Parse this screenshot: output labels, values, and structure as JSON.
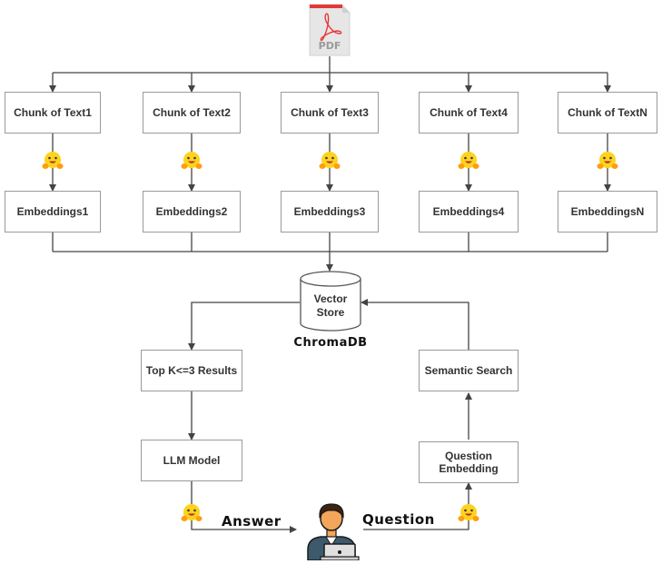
{
  "pdf": {
    "label": "PDF"
  },
  "chunks": [
    "Chunk of Text1",
    "Chunk of Text2",
    "Chunk of Text3",
    "Chunk of Text4",
    "Chunk of TextN"
  ],
  "embeddings": [
    "Embeddings1",
    "Embeddings2",
    "Embeddings3",
    "Embeddings4",
    "EmbeddingsN"
  ],
  "vector_store": {
    "label_line1": "Vector",
    "label_line2": "Store",
    "caption": "ChromaDB"
  },
  "topk": "Top K<=3 Results",
  "llm": "LLM Model",
  "semantic_search": "Semantic Search",
  "question_embedding": {
    "line1": "Question",
    "line2": "Embedding"
  },
  "answer_label": "Answer",
  "question_label": "Question",
  "colors": {
    "line": "#444444",
    "box_border": "#9a9a9a",
    "pdf_red": "#e53935",
    "hug_yellow": "#FFD21E",
    "person_skin": "#F2A65A",
    "person_shirt": "#3C5A6B"
  },
  "icons": {
    "document": "pdf-file-icon",
    "model": "hugging-face-icon",
    "user": "person-laptop-icon",
    "database": "database-cylinder-icon"
  }
}
